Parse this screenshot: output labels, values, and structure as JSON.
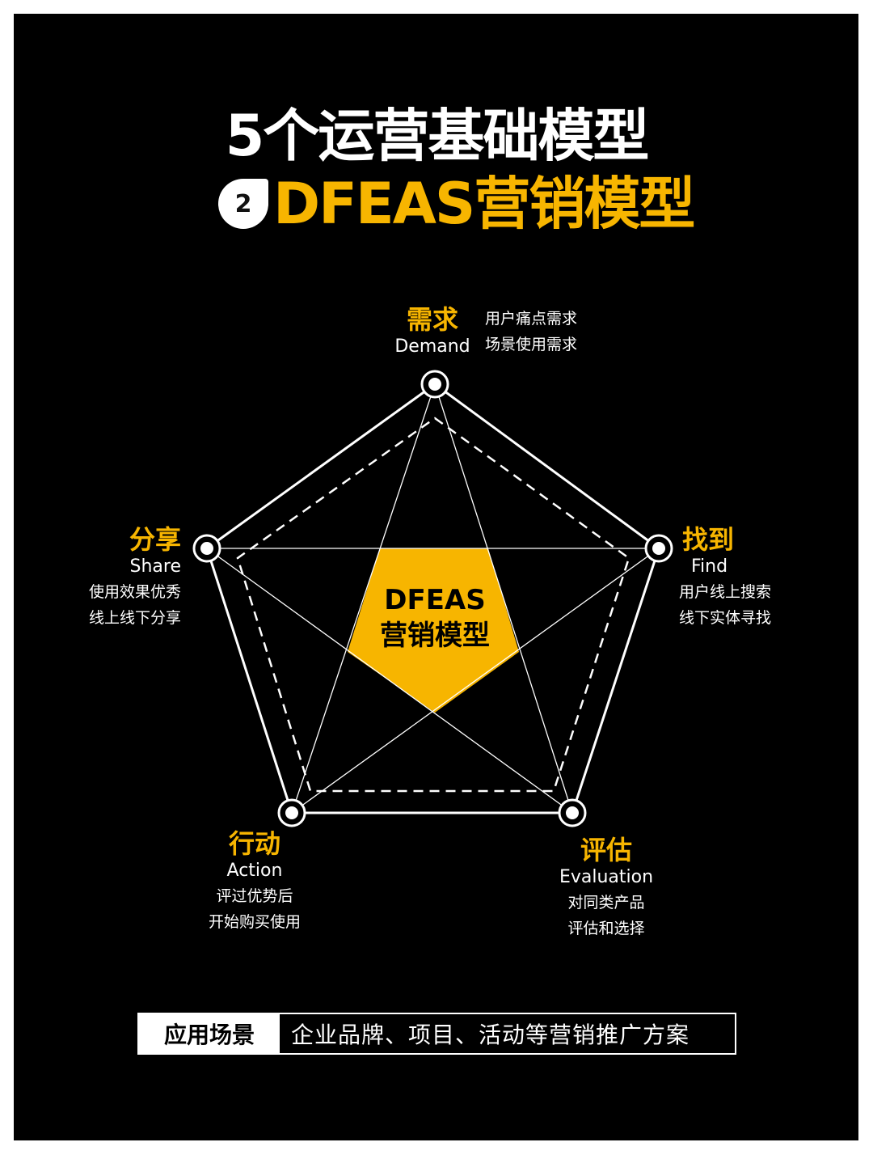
{
  "header": {
    "title_line1": "5个运营基础模型",
    "badge_number": "2",
    "title_line2": "DFEAS营销模型"
  },
  "center": {
    "line1": "DFEAS",
    "line2": "营销模型"
  },
  "nodes": [
    {
      "key": "demand",
      "cn": "需求",
      "en": "Demand",
      "desc": [
        "用户痛点需求",
        "场景使用需求"
      ]
    },
    {
      "key": "find",
      "cn": "找到",
      "en": "Find",
      "desc": [
        "用户线上搜索",
        "线下实体寻找"
      ]
    },
    {
      "key": "evaluation",
      "cn": "评估",
      "en": "Evaluation",
      "desc": [
        "对同类产品",
        "评估和选择"
      ]
    },
    {
      "key": "action",
      "cn": "行动",
      "en": "Action",
      "desc": [
        "评过优势后",
        "开始购买使用"
      ]
    },
    {
      "key": "share",
      "cn": "分享",
      "en": "Share",
      "desc": [
        "使用效果优秀",
        "线上线下分享"
      ]
    }
  ],
  "footer": {
    "label": "应用场景",
    "value": "企业品牌、项目、活动等营销推广方案"
  },
  "colors": {
    "background": "#000000",
    "accent": "#f7b500",
    "text": "#ffffff"
  }
}
